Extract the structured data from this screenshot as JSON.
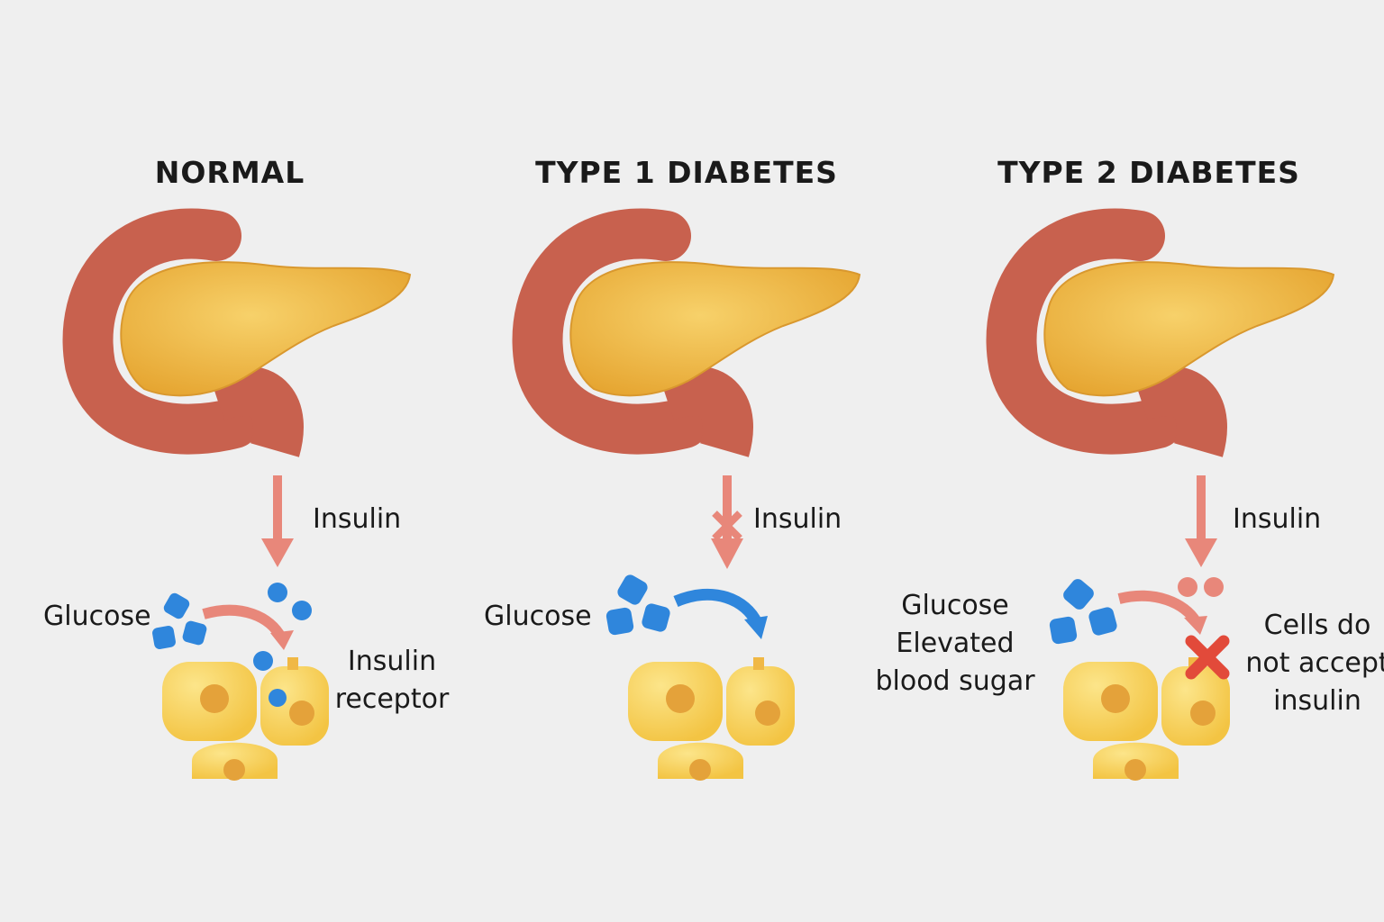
{
  "colors": {
    "background": "#efefef",
    "duodenum": "#c8614e",
    "pancreas": "#f0b845",
    "arrow": "#e8877a",
    "glucose": "#2f86dc",
    "cell": "#f7cf55",
    "nucleus": "#e4a23a",
    "cross": "#e24a3a"
  },
  "panels": [
    {
      "title": "NORMAL",
      "insulin_label": "Insulin",
      "glucose_label": "Glucose",
      "receptor_label": [
        "Insulin",
        "receptor"
      ]
    },
    {
      "title": "TYPE 1 DIABETES",
      "insulin_label": "Insulin",
      "glucose_label": "Glucose"
    },
    {
      "title": "TYPE 2 DIABETES",
      "insulin_label": "Insulin",
      "glucose_label": [
        "Glucose",
        "Elevated",
        "blood sugar"
      ],
      "cells_label": [
        "Cells do",
        "not accept",
        "insulin"
      ]
    }
  ]
}
